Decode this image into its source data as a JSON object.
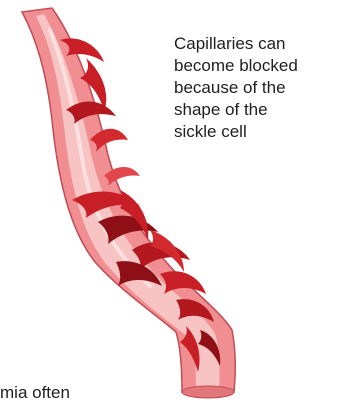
{
  "callout": {
    "lines": [
      "Capillaries can",
      "become blocked",
      "because of the",
      "shape of the",
      "sickle cell"
    ]
  },
  "footer_fragment": "mia often",
  "colors": {
    "vessel_wall": "#f08e91",
    "vessel_wall_outline": "#c24b55",
    "vessel_lumen": "#f7c4c3",
    "vessel_highlight": "#fbe0df",
    "sickle_cell": "#c81e26",
    "sickle_cell_dark": "#8e1016",
    "sickle_cell_light": "#e0464b"
  }
}
